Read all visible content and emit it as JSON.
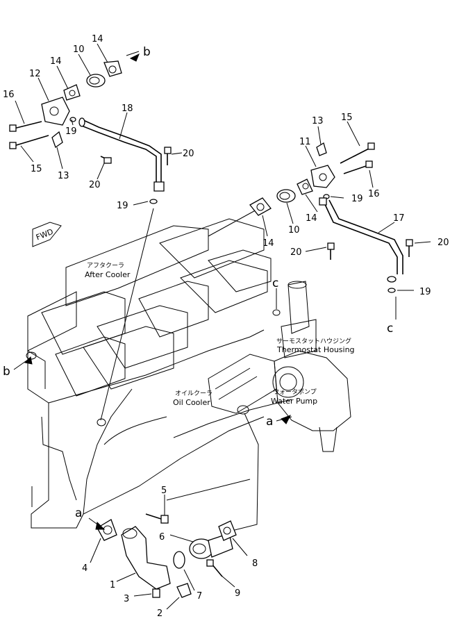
{
  "diagram": {
    "part_numbers": [
      "1",
      "2",
      "3",
      "4",
      "5",
      "6",
      "7",
      "8",
      "9",
      "10",
      "10",
      "11",
      "12",
      "13",
      "13",
      "14",
      "14",
      "14",
      "14",
      "15",
      "15",
      "16",
      "16",
      "17",
      "18",
      "19",
      "19",
      "19",
      "19",
      "20",
      "20",
      "20",
      "20"
    ],
    "refs": {
      "a": "a",
      "b": "b",
      "c": "c"
    },
    "labels": {
      "after_cooler_jp": "アフタクーラ",
      "after_cooler": "After Cooler",
      "thermostat_jp": "サーモスタットハウジング",
      "thermostat": "Thermostat Housing",
      "oil_cooler_jp": "オイルクーラ",
      "oil_cooler": "Oil Cooler",
      "water_pump_jp": "ウォータポンプ",
      "water_pump": "Water Pump",
      "fwd": "FWD"
    }
  }
}
